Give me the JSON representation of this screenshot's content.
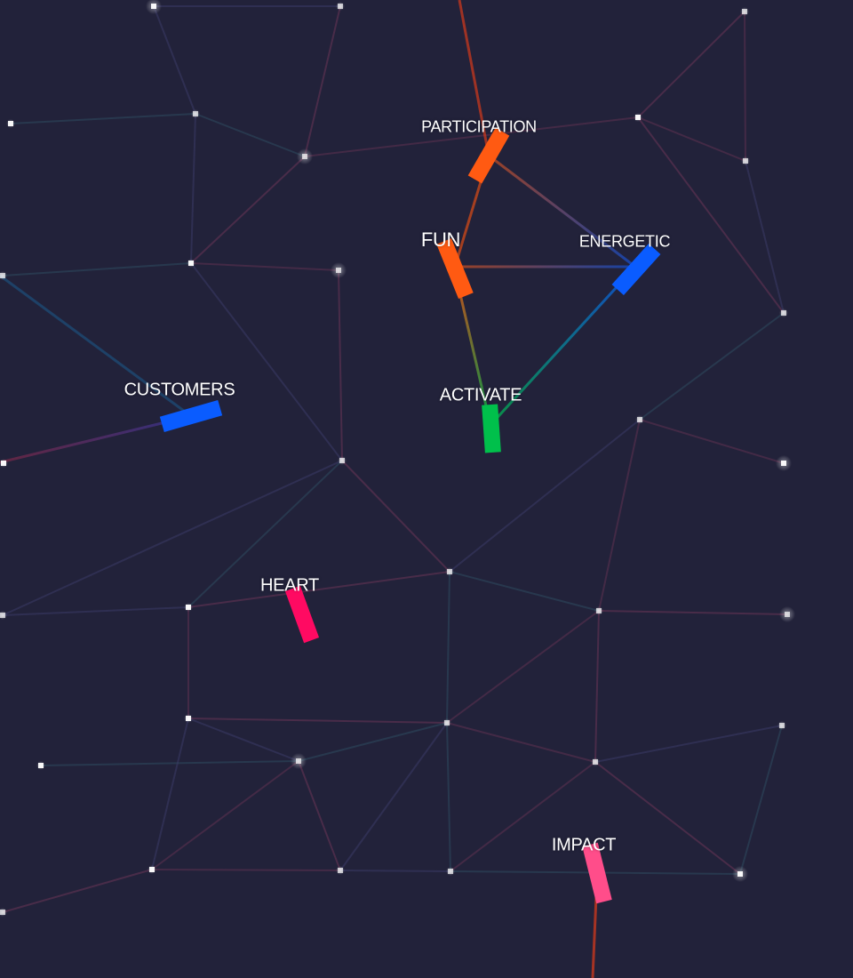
{
  "keywords": [
    {
      "id": "participation",
      "label": "PARTICIPATION",
      "color": "#ff5a12"
    },
    {
      "id": "fun",
      "label": "FUN",
      "color": "#ff5a12"
    },
    {
      "id": "energetic",
      "label": "ENERGETIC",
      "color": "#0a5cff"
    },
    {
      "id": "customers",
      "label": "CUSTOMERS",
      "color": "#0a5cff"
    },
    {
      "id": "activate",
      "label": "ACTIVATE",
      "color": "#00c04b"
    },
    {
      "id": "heart",
      "label": "HEART",
      "color": "#ff0a62"
    },
    {
      "id": "impact",
      "label": "IMPACT",
      "color": "#ff4d8a"
    }
  ],
  "colors": {
    "background": "#22223a",
    "faint_edge": "#5a3552",
    "star": "#ffffff"
  }
}
